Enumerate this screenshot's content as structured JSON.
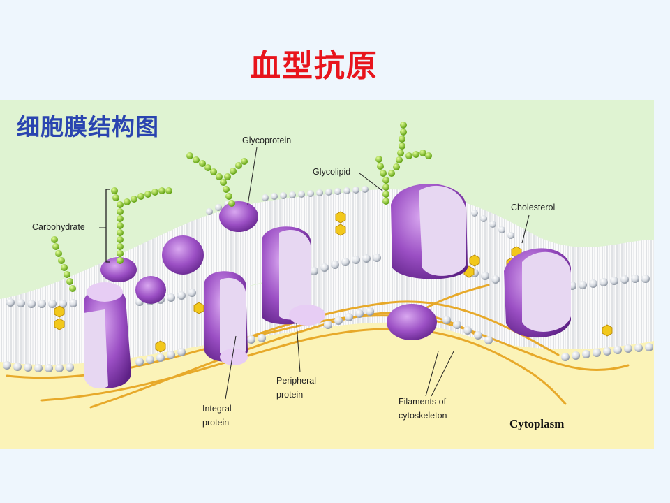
{
  "slide": {
    "title": "血型抗原"
  },
  "figure": {
    "title": "细胞膜结构图",
    "labels": {
      "glycoprotein": "Glycoprotein",
      "glycolipid": "Glycolipid",
      "carbohydrate": "Carbohydrate",
      "cholesterol": "Cholesterol",
      "integral_line1": "Integral",
      "integral_line2": "protein",
      "peripheral_line1": "Peripheral",
      "peripheral_line2": "protein",
      "filaments_line1": "Filaments of",
      "filaments_line2": "cytoskeleton",
      "cytoplasm": "Cytoplasm"
    },
    "colors": {
      "slide_bg": "#eef6fd",
      "extracellular": "#dff3d2",
      "cytoplasm": "#fbf3b8",
      "protein": "#9b4fc4",
      "carbohydrate": "#7cc621",
      "filament": "#e7a92a",
      "cholesterol": "#f2c81b",
      "title_red": "#e8141c",
      "title_blue": "#2a44b0"
    }
  }
}
